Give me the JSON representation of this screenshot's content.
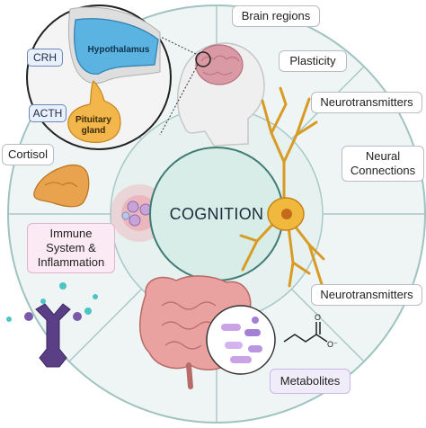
{
  "center": {
    "title": "COGNITION"
  },
  "labels": {
    "brain_regions": "Brain regions",
    "plasticity": "Plasticity",
    "neurotransmitters_top": "Neurotransmitters",
    "neural_connections": "Neural\nConnections",
    "neurotransmitters_bottom": "Neurotransmitters",
    "metabolites": "Metabolites",
    "immune": "Immune\nSystem &\nInflammation",
    "cortisol": "Cortisol",
    "crh": "CRH",
    "acth": "ACTH",
    "hypothalamus": "Hypothalamus",
    "pituitary": "Pituitary\ngland"
  },
  "colors": {
    "ring_fill": "#e9f2f1",
    "ring_stroke": "#9fc3c0",
    "center_fill": "#d8ece8",
    "center_stroke": "#3f7c73",
    "hypothalamus": "#5ab3e0",
    "pituitary": "#f2b64a",
    "neuron": "#f0b93e",
    "gut": "#eaa2a0",
    "immune_glow": "#f25b6a",
    "antibody": "#5b3f86",
    "adrenal": "#e9a24d"
  },
  "icons": [
    "brain-head-icon",
    "neuron-icon",
    "intestine-icon",
    "bacteria-icon",
    "adrenal-icon",
    "antibody-icon",
    "immune-cells-icon",
    "hypothalamus-pituitary-icon",
    "metabolite-molecule-icon"
  ]
}
